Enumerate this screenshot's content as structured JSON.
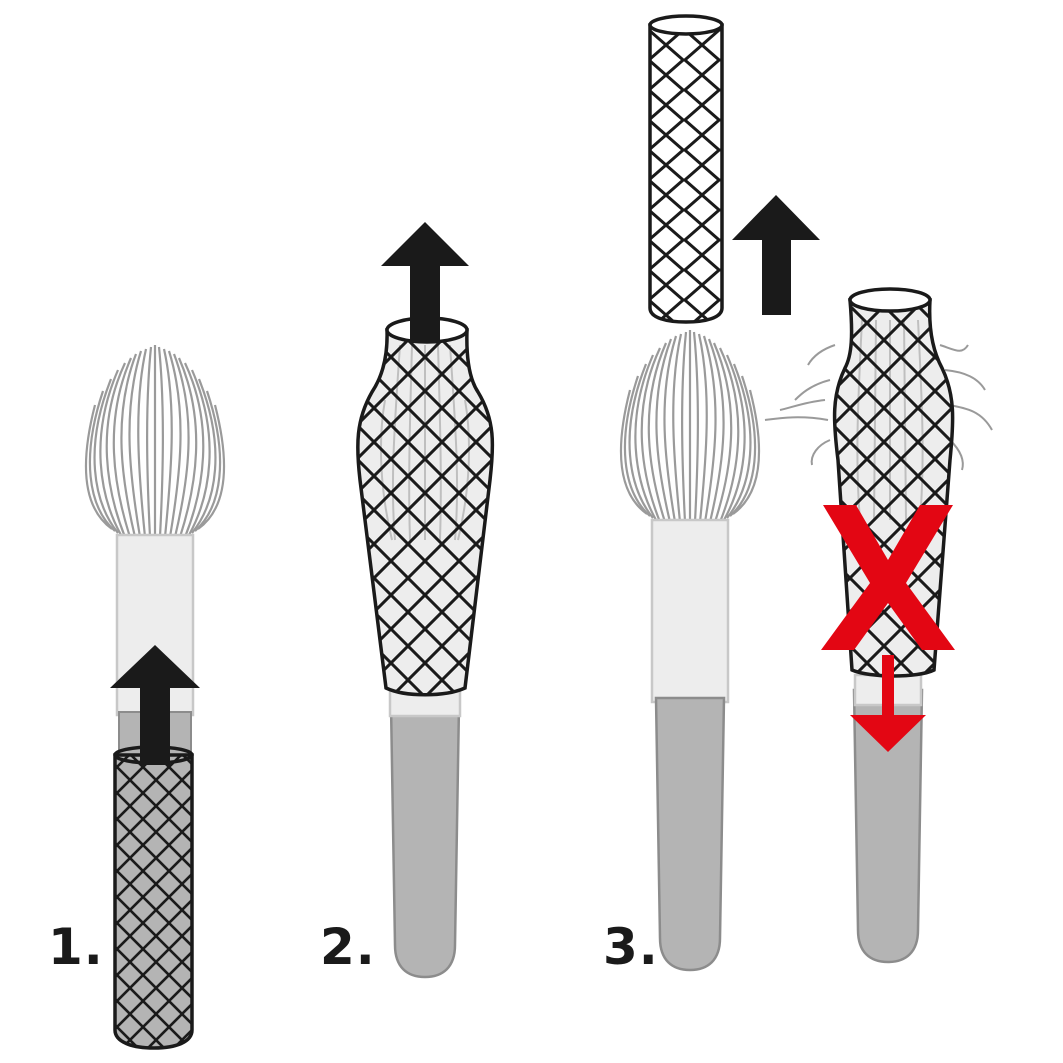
{
  "steps": [
    {
      "label": "1."
    },
    {
      "label": "2."
    },
    {
      "label": "3."
    }
  ],
  "colors": {
    "ink": "#1a1a1a",
    "bristle": "#9a9a9a",
    "ferrule": "#ededed",
    "handle": "#b4b4b4",
    "handle_outline": "#8c8c8c",
    "warning": "#e30613"
  },
  "icons": {
    "up_arrow": "up-arrow-icon",
    "down_arrow": "down-arrow-icon",
    "cross": "cross-mark-icon"
  }
}
